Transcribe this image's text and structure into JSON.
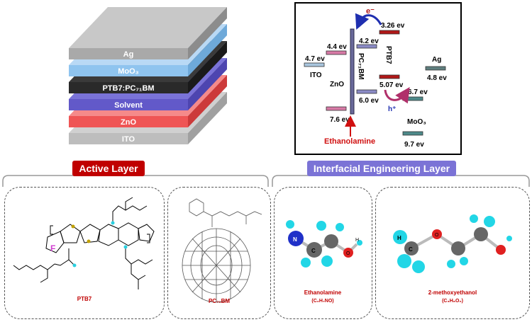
{
  "device_stack": {
    "layers": [
      {
        "label": "Ag",
        "top": "#c8c8c8",
        "front": "#a9a9a9",
        "side": "#8c8c8c"
      },
      {
        "label": "MoO₃",
        "top": "#b9d9f5",
        "front": "#8fc4ef",
        "side": "#6ea9d9"
      },
      {
        "label": "PTB7:PC₇₁BM",
        "top": "#3a3a3a",
        "front": "#2a2a2a",
        "side": "#1a1a1a"
      },
      {
        "label": "Solvent",
        "top": "#7a73d8",
        "front": "#6259c9",
        "side": "#4d45b0"
      },
      {
        "label": "ZnO",
        "top": "#f58a8a",
        "front": "#ef5555",
        "side": "#cc3a3a"
      },
      {
        "label": "ITO",
        "top": "#d0d0d0",
        "front": "#bdbdbd",
        "side": "#a0a0a0"
      }
    ]
  },
  "energy_diagram": {
    "electron": "e⁻",
    "hole": "h⁺",
    "levels": {
      "ito": "4.7 ev",
      "zno_top": "4.4 ev",
      "zno_bottom": "7.6 ev",
      "pc71bm_top": "4.2 ev",
      "pc71bm_bottom": "6.0 ev",
      "ptb7_top": "3.26 ev",
      "ptb7_bottom": "5.07 ev",
      "moo3_top": "6.7 ev",
      "moo3_bottom": "9.7 ev",
      "ag": "4.8 ev"
    },
    "materials": {
      "ito": "ITO",
      "zno": "ZnO",
      "pc71bm": "PC₇₁BM",
      "ptb7": "PTB7",
      "ag": "Ag",
      "moo3": "MoO₃"
    },
    "annotation": "Ethanolamine"
  },
  "sections": {
    "active": "Active Layer",
    "interfacial": "Interfacial Engineering Layer"
  },
  "molecules": {
    "ptb7": "PTB7",
    "pc71bm": "PC₇₁BM",
    "ethanolamine": "Ethanolamine",
    "ethanolamine_formula": "(C₂H₇NO)",
    "methoxyethanol": "2-methoxyethanol",
    "methoxyethanol_formula": "(C₃H₈O₂)",
    "atoms": {
      "n": "N",
      "c": "C",
      "h": "H",
      "o": "O"
    },
    "element_f": "F"
  },
  "colors": {
    "accent_red": "#c00000",
    "accent_purple": "#7b73d6",
    "carbon": "#666666",
    "hydrogen": "#22d6e6",
    "nitrogen": "#2030c8",
    "oxygen": "#e02020"
  }
}
